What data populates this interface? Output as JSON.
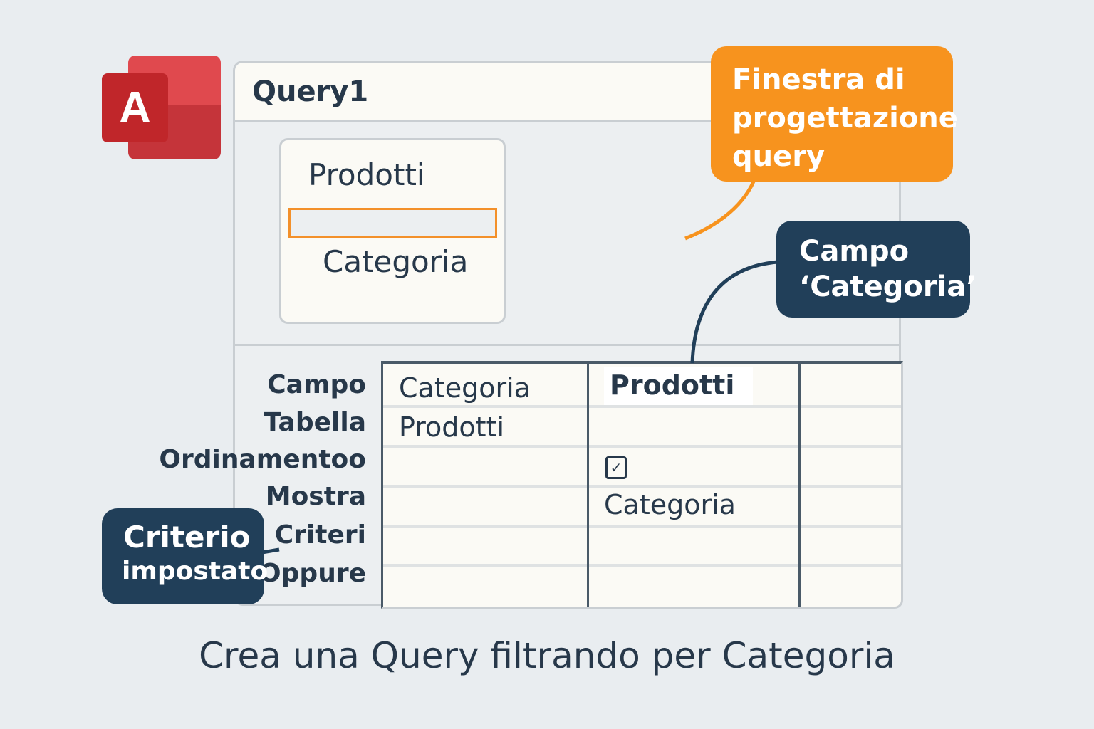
{
  "logo": {
    "letter": "A"
  },
  "window": {
    "title": "Query1"
  },
  "table_box": {
    "name": "Prodotti",
    "field": "Categoria"
  },
  "grid": {
    "row_labels": [
      "Campo",
      "Tabella",
      "Ordinamentoo",
      "Mostra",
      "Criteri",
      "Oppure"
    ],
    "col1": {
      "campo": "Categoria",
      "tabella": "Prodotti"
    },
    "col2": {
      "campo": "Prodotti",
      "mostra_checked": true,
      "criteri": "Categoria"
    }
  },
  "callouts": {
    "design_window": [
      "Finestra di",
      "progettazione",
      "query"
    ],
    "field": [
      "Campo",
      "‘Categoria’"
    ],
    "criteria": [
      "Criterio",
      "impostato"
    ]
  },
  "caption": "Crea una Query filtrando per Categoria",
  "colors": {
    "orange": "#f7931e",
    "navy": "#213f59",
    "access_red": "#c0262a"
  }
}
